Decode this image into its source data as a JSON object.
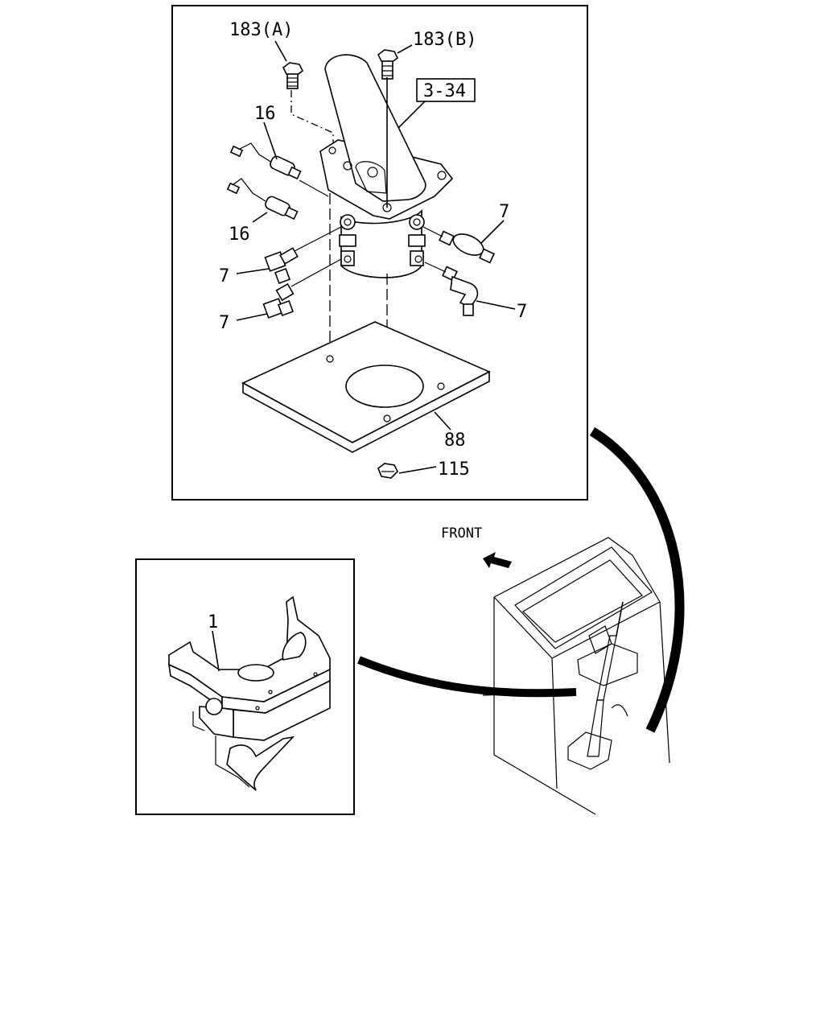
{
  "labels": {
    "bolt_a": "183(A)",
    "bolt_b": "183(B)",
    "ref_box": "3-34",
    "switch_upper": "16",
    "switch_lower": "16",
    "fitting_right_upper": "7",
    "fitting_right_lower": "7",
    "fitting_left_upper": "7",
    "fitting_left_lower": "7",
    "plate": "88",
    "nut": "115",
    "front": "FRONT",
    "bracket": "1"
  },
  "icons": {
    "front_arrow": "arrow-left-up-icon"
  }
}
